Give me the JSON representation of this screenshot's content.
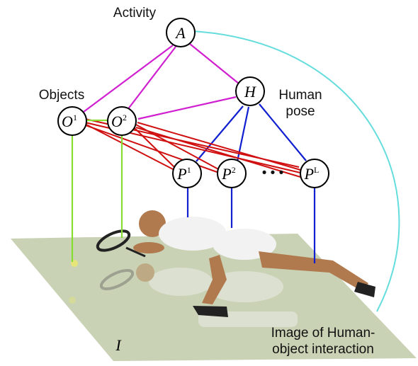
{
  "labels": {
    "activity": "Activity",
    "objects": "Objects",
    "human_pose_line1": "Human",
    "human_pose_line2": "pose",
    "image_caption_line1": "Image of Human-",
    "image_caption_line2": "object interaction",
    "image_symbol": "I",
    "ellipsis": "• • •"
  },
  "nodes": {
    "A": {
      "base": "A",
      "sup": ""
    },
    "H": {
      "base": "H",
      "sup": ""
    },
    "O1": {
      "base": "O",
      "sup": "1"
    },
    "O2": {
      "base": "O",
      "sup": "2"
    },
    "P1": {
      "base": "P",
      "sup": "1"
    },
    "P2": {
      "base": "P",
      "sup": "2"
    },
    "PL": {
      "base": "P",
      "sup": "L"
    }
  },
  "edges": {
    "activity_color": "#d020d0",
    "pose_color": "#1020d0",
    "object_pose_color": "#d01010",
    "object_image_color": "#88dd33",
    "activity_image_color": "#66dddd"
  },
  "image_region": {
    "floor_color": "#c9d2b4",
    "figure_color": "#f2f2f2",
    "skin_color": "#b07a4e",
    "shadow_color": "#8a8a8a"
  }
}
